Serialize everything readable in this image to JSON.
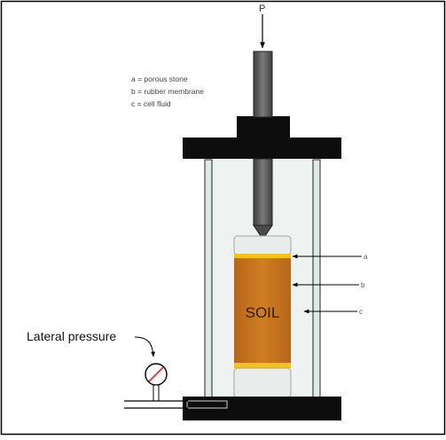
{
  "diagram": {
    "load_label": "P",
    "legend": [
      "a = porous stone",
      "b = rubber membrane",
      "c = cell fluid"
    ],
    "sample_label": "SOIL",
    "pointer_labels": [
      "a",
      "b",
      "c"
    ],
    "gauge_label": "Lateral pressure"
  },
  "colors": {
    "frame": "#000000",
    "cell_wall": "#dfe9e6",
    "cell_fill": "#eef3f1",
    "base_plate": "#0d0d0d",
    "piston": "#5a5a5a",
    "soil": "#c5761b",
    "porous_stone": "#f6c21a",
    "end_cap": "#e8ecea"
  }
}
